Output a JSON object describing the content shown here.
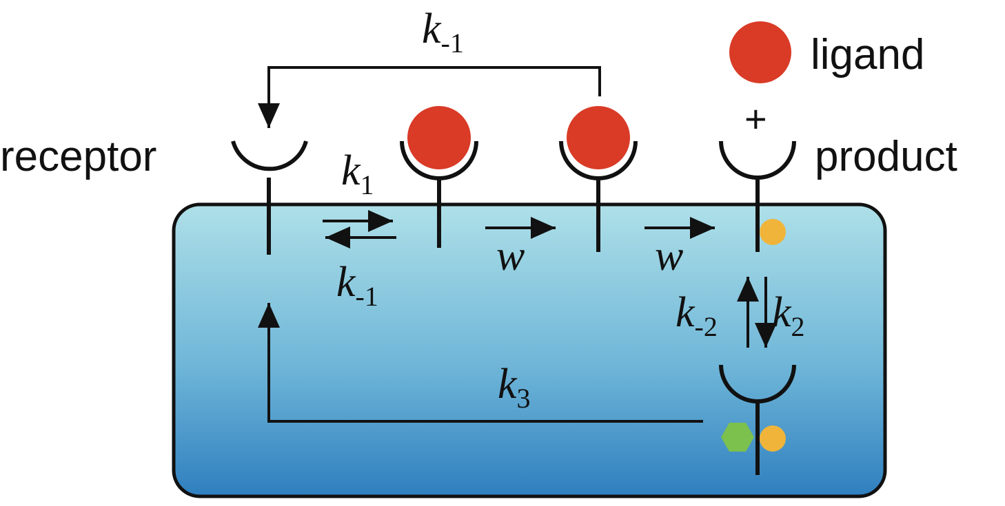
{
  "legend": {
    "ligand_label": "ligand"
  },
  "labels": {
    "receptor": "receptor",
    "product": "product",
    "plus": "+"
  },
  "rates": {
    "k_minus1_top": {
      "base": "k",
      "sub": "-1"
    },
    "k1": {
      "base": "k",
      "sub": "1"
    },
    "k_minus1": {
      "base": "k",
      "sub": "-1"
    },
    "w1": "w",
    "w2": "w",
    "k_minus2": {
      "base": "k",
      "sub": "-2"
    },
    "k2": {
      "base": "k",
      "sub": "2"
    },
    "k3": {
      "base": "k",
      "sub": "3"
    }
  },
  "colors": {
    "ligand": "#d93b27",
    "small_circle": "#f0b43a",
    "hexagon": "#7cc04e",
    "cell_top": "#aee0e8",
    "cell_bottom": "#2f7fbf",
    "ink": "#111111"
  }
}
